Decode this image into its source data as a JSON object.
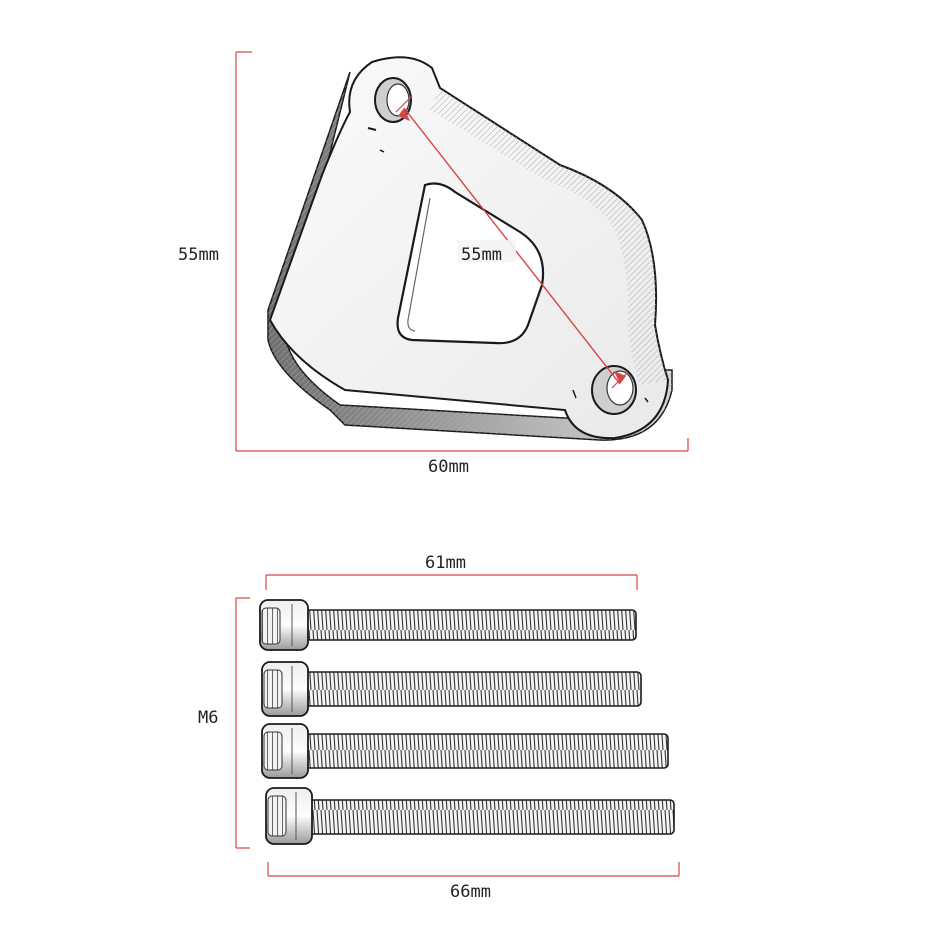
{
  "bracket": {
    "height_label": "55mm",
    "hole_spacing_label": "55mm",
    "width_label": "60mm"
  },
  "bolts": {
    "short_length_label": "61mm",
    "long_length_label": "66mm",
    "thread_label": "M6",
    "count": 4
  },
  "colors": {
    "dimension_line": "#d64545",
    "part_outline": "#1a1a1a",
    "part_shade": "#9a9a9a",
    "background": "#ffffff"
  }
}
